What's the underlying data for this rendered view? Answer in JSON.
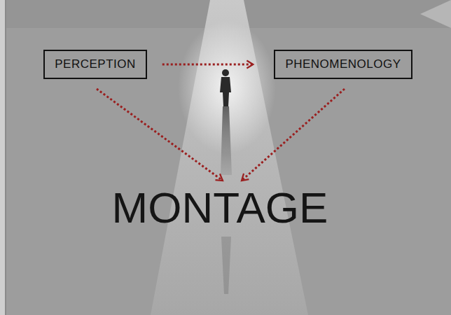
{
  "diagram": {
    "nodes": [
      {
        "text": [
          "PERCEPTION"
        ]
      },
      {
        "text": [
          "PHENOMENOLOGY"
        ]
      },
      {
        "text": [
          "MONTAGE"
        ]
      }
    ],
    "edges": [
      {
        "from": 0,
        "to": 1,
        "arrow": "to"
      },
      {
        "from": 0,
        "to": 2,
        "arrow": "to"
      },
      {
        "from": 1,
        "to": 2,
        "arrow": "to"
      }
    ]
  }
}
